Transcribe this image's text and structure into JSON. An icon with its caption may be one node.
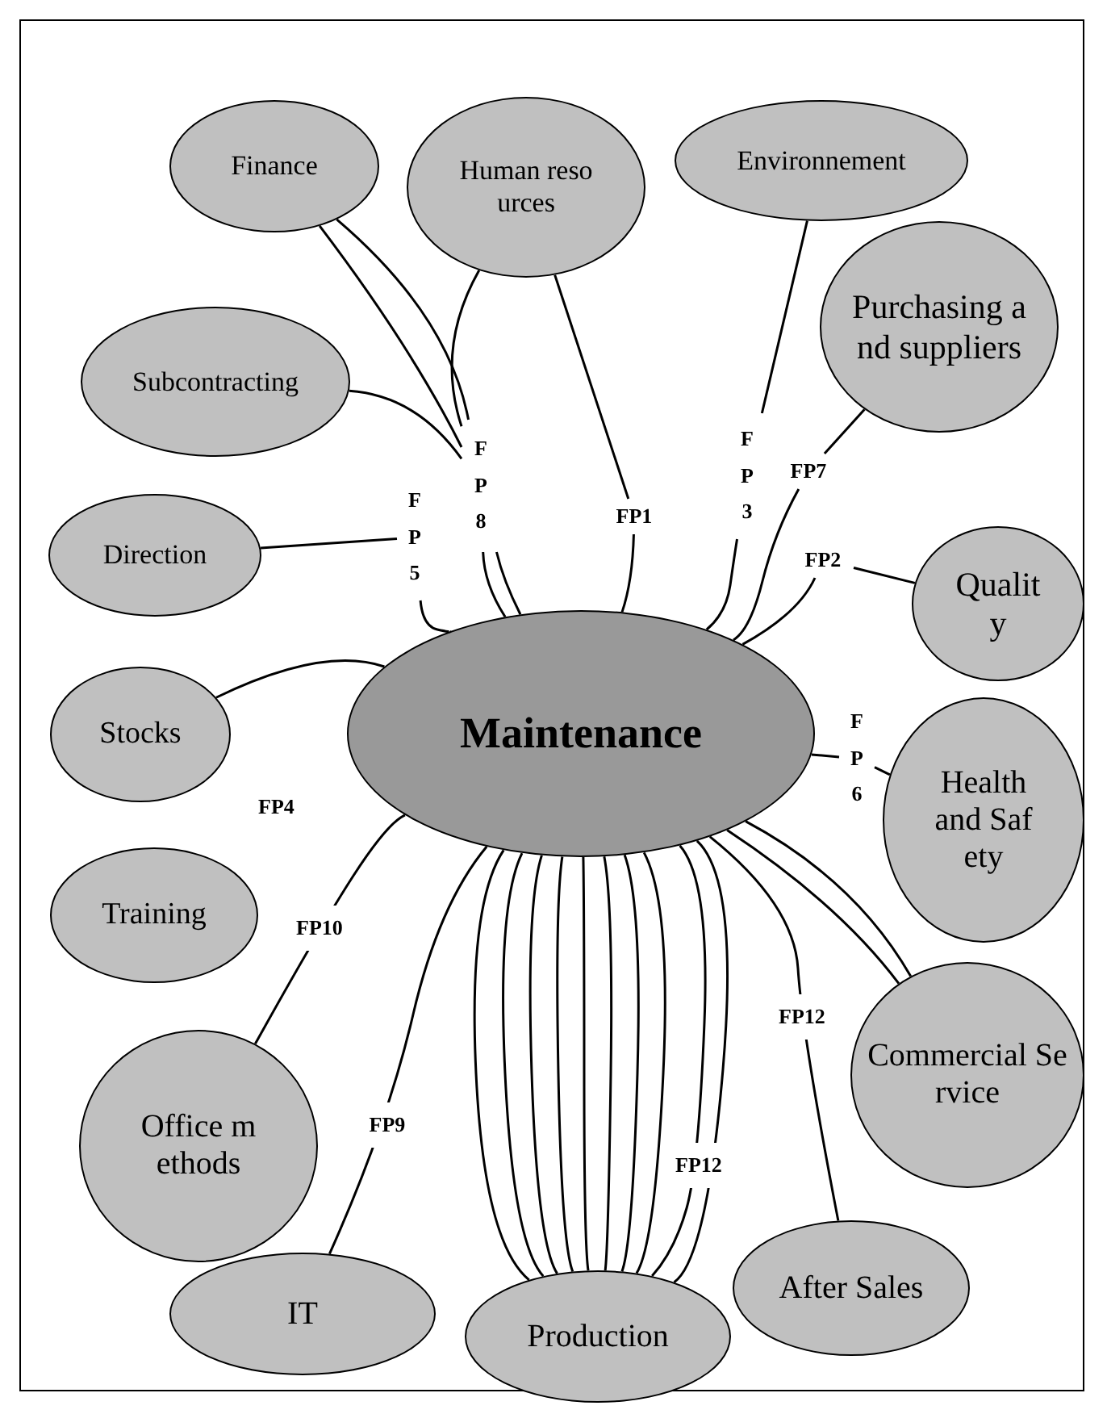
{
  "diagram": {
    "nodes": [
      {
        "text": [
          "Finance"
        ]
      },
      {
        "text": [
          "Human resources"
        ]
      },
      {
        "text": [
          "Environnement"
        ]
      },
      {
        "text": [
          "Subcontracting"
        ]
      },
      {
        "text": [
          "Purchasing and suppliers"
        ]
      },
      {
        "text": [
          "Direction"
        ]
      },
      {
        "text": [
          "Quality"
        ]
      },
      {
        "text": [
          "Maintenance"
        ]
      },
      {
        "text": [
          "Stocks"
        ]
      },
      {
        "text": [
          "Health and Safety"
        ]
      },
      {
        "text": [
          "Training"
        ]
      },
      {
        "text": [
          "Commercial Service"
        ]
      },
      {
        "text": [
          "Office methods"
        ]
      },
      {
        "text": [
          "IT"
        ]
      },
      {
        "text": [
          "Production"
        ]
      },
      {
        "text": [
          "After Sales"
        ]
      },
      {
        "text": [
          "FP8"
        ]
      },
      {
        "text": [
          "FP1"
        ]
      },
      {
        "text": [
          "FP3"
        ]
      },
      {
        "text": [
          "FP7"
        ]
      },
      {
        "text": [
          "FP5"
        ]
      },
      {
        "text": [
          "FP2"
        ]
      },
      {
        "text": [
          "FP6"
        ]
      }
    ],
    "edges": [
      {
        "from": 0,
        "to": 16,
        "arrow": "none"
      },
      {
        "from": 0,
        "to": 16,
        "arrow": "none"
      },
      {
        "from": 1,
        "to": 16,
        "arrow": "none"
      },
      {
        "from": 3,
        "to": 16,
        "arrow": "none"
      },
      {
        "from": 16,
        "to": 7,
        "arrow": "none"
      },
      {
        "from": 16,
        "to": 7,
        "arrow": "none"
      },
      {
        "from": 1,
        "to": 17,
        "arrow": "none"
      },
      {
        "from": 17,
        "to": 7,
        "arrow": "none"
      },
      {
        "from": 2,
        "to": 18,
        "arrow": "none"
      },
      {
        "from": 18,
        "to": 7,
        "arrow": "none"
      },
      {
        "from": 4,
        "to": 19,
        "arrow": "none"
      },
      {
        "from": 19,
        "to": 7,
        "arrow": "none"
      },
      {
        "from": 5,
        "to": 20,
        "arrow": "none"
      },
      {
        "from": 20,
        "to": 7,
        "arrow": "none"
      },
      {
        "from": 6,
        "to": 21,
        "arrow": "none"
      },
      {
        "from": 21,
        "to": 7,
        "arrow": "none"
      },
      {
        "from": 9,
        "to": 22,
        "arrow": "none"
      },
      {
        "from": 22,
        "to": 7,
        "arrow": "none"
      },
      {
        "from": 8,
        "to": 7,
        "arrow": "none"
      },
      {
        "from": 12,
        "to": 7,
        "arrow": "none",
        "label": "FP10"
      },
      {
        "from": 13,
        "to": 7,
        "arrow": "none",
        "label": "FP9"
      },
      {
        "from": 15,
        "to": 7,
        "arrow": "none",
        "label": "FP12"
      },
      {
        "from": 11,
        "to": 7,
        "arrow": "none"
      },
      {
        "from": 11,
        "to": 7,
        "arrow": "none"
      },
      {
        "from": 7,
        "to": 14,
        "arrow": "none"
      },
      {
        "from": 7,
        "to": 14,
        "arrow": "none"
      },
      {
        "from": 7,
        "to": 14,
        "arrow": "none"
      },
      {
        "from": 7,
        "to": 14,
        "arrow": "none"
      },
      {
        "from": 7,
        "to": 14,
        "arrow": "none"
      },
      {
        "from": 7,
        "to": 14,
        "arrow": "none"
      },
      {
        "from": 7,
        "to": 14,
        "arrow": "none"
      },
      {
        "from": 7,
        "to": 14,
        "arrow": "none",
        "label": "FP12"
      },
      {
        "from": 7,
        "to": 14,
        "arrow": "none"
      },
      {
        "from": 7,
        "to": 14,
        "arrow": "none"
      }
    ],
    "labels": [
      "FP4"
    ]
  }
}
